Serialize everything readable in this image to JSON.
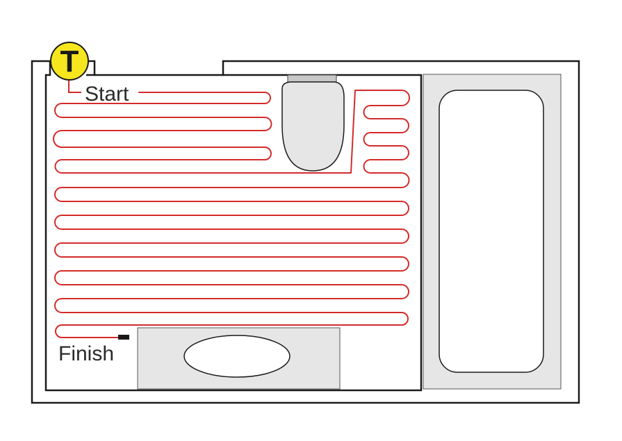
{
  "labels": {
    "start": "Start",
    "finish": "Finish",
    "thermostat": "T"
  },
  "colors": {
    "cable": "#d42a2a",
    "wall": "#1a1a1a",
    "fixture_fill": "#e6e6e6",
    "thermostat_fill": "#f5e61e",
    "background": "#ffffff"
  }
}
